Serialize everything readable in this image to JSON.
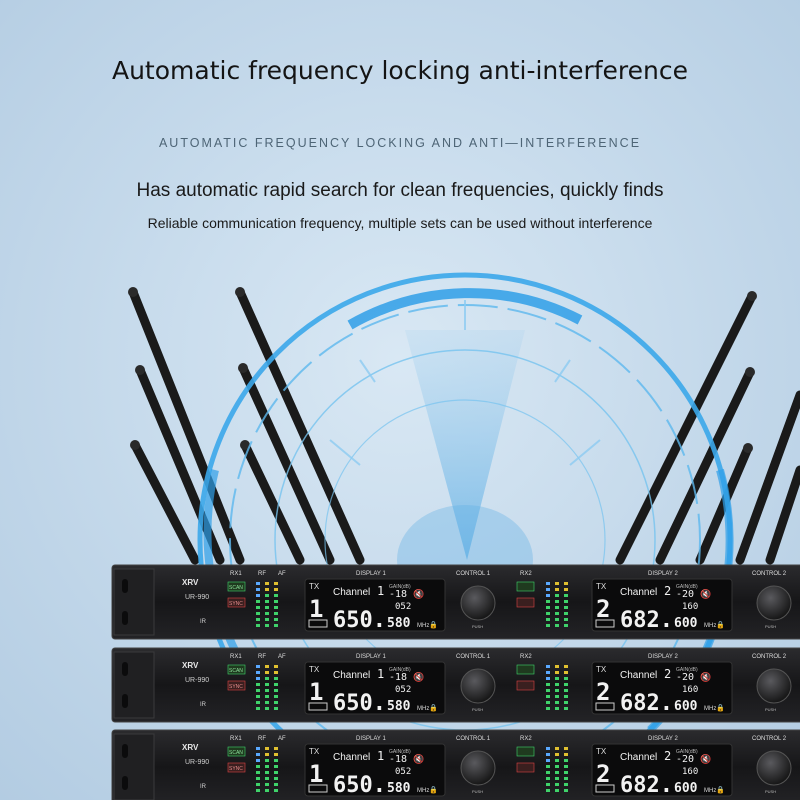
{
  "header": {
    "title": "Automatic frequency locking anti-interference",
    "subtitle_caps": "AUTOMATIC FREQUENCY LOCKING AND ANTI—INTERFERENCE",
    "line1": "Has automatic rapid search for clean frequencies, quickly finds",
    "line2": "Reliable communication frequency, multiple sets can be used without interference"
  },
  "device": {
    "brand": "XRV",
    "model": "UR-990",
    "ir_label": "IR",
    "rx1_label": "RX1",
    "rx2_label": "RX2",
    "rf_label": "RF",
    "af_label": "AF",
    "scan_label": "SCAN",
    "sync_label": "SYNC",
    "display1_label": "DISPLAY 1",
    "display2_label": "DISPLAY 2",
    "control1_label": "CONTROL 1",
    "control2_label": "CONTROL 2",
    "push_label": "PUSH",
    "tx_label": "TX",
    "channel_label": "Channel",
    "gain_label": "GAIN(dB)",
    "mhz_label": "MHz",
    "ch1": {
      "channel": "1",
      "gain": "-18",
      "code": "052",
      "freq_main": "650.",
      "freq_dec": "580"
    },
    "ch2": {
      "channel": "2",
      "gain": "-20",
      "code": "160",
      "freq_main": "682.",
      "freq_dec": "600"
    }
  },
  "colors": {
    "background": "#c3d8ea",
    "ring": "#3ba7ea",
    "chassis": "#1c1c1e",
    "lcd_text": "#f2f2f2"
  }
}
